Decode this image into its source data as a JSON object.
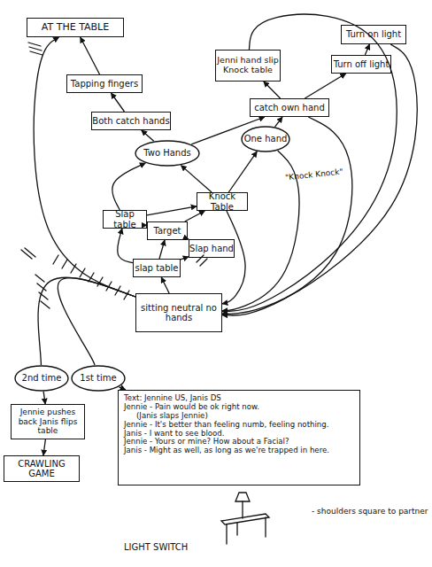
{
  "diagram": {
    "nodes": [
      {
        "text": [
          "AT THE TABLE"
        ]
      },
      {
        "text": [
          "Tapping fingers"
        ]
      },
      {
        "text": [
          "Both catch hands"
        ]
      },
      {
        "text": [
          "Two Hands"
        ]
      },
      {
        "text": [
          "Jenni hand slip Knock table"
        ]
      },
      {
        "text": [
          "Turn on light"
        ]
      },
      {
        "text": [
          "Turn off light"
        ]
      },
      {
        "text": [
          "catch own hand"
        ]
      },
      {
        "text": [
          "One hand"
        ]
      },
      {
        "text": [
          "Knock Table"
        ]
      },
      {
        "text": [
          "Slap table"
        ]
      },
      {
        "text": [
          "Target"
        ]
      },
      {
        "text": [
          "Slap hand"
        ]
      },
      {
        "text": [
          "slap table"
        ]
      },
      {
        "text": [
          "sitting neutral no hands"
        ]
      },
      {
        "text": [
          "2nd time"
        ]
      },
      {
        "text": [
          "1st time"
        ]
      },
      {
        "text": [
          "Text: Jennine US, Janis DS",
          "Jennie - Pain would be ok right now.",
          "(Janis slaps Jennie)",
          "Jennie - It's better than feeling numb, feeling nothing.",
          "Janis - I want to see blood.",
          "Jennie - Yours or mine? How about a Facial?",
          "Janis - Might as well, as long as we're trapped in here."
        ]
      },
      {
        "text": [
          "Jennie pushes back Janis flips table"
        ]
      },
      {
        "text": [
          "CRAWLING GAME"
        ]
      }
    ],
    "edges": [
      {
        "from": 1,
        "to": 0,
        "arrow": "to"
      },
      {
        "from": 2,
        "to": 1,
        "arrow": "to"
      },
      {
        "from": 3,
        "to": 2,
        "arrow": "to"
      },
      {
        "from": 3,
        "to": 7,
        "arrow": "to"
      },
      {
        "from": 8,
        "to": 7,
        "arrow": "to"
      },
      {
        "from": 7,
        "to": 4,
        "arrow": "to"
      },
      {
        "from": 7,
        "to": 6,
        "arrow": "to"
      },
      {
        "from": 6,
        "to": 5,
        "arrow": "to"
      },
      {
        "from": 9,
        "to": 8,
        "arrow": "to"
      },
      {
        "from": 9,
        "to": 3,
        "arrow": "to"
      },
      {
        "from": 10,
        "to": 3,
        "arrow": "to"
      },
      {
        "from": 10,
        "to": 9,
        "arrow": "to"
      },
      {
        "from": 11,
        "to": 9,
        "arrow": "to"
      },
      {
        "from": 11,
        "to": 12,
        "arrow": "to"
      },
      {
        "from": 11,
        "to": 10,
        "arrow": "to"
      },
      {
        "from": 13,
        "to": 11,
        "arrow": "to"
      },
      {
        "from": 13,
        "to": 10,
        "arrow": "to"
      },
      {
        "from": 13,
        "to": 12,
        "arrow": "to"
      },
      {
        "from": 14,
        "to": 13,
        "arrow": "to"
      },
      {
        "from": 5,
        "to": 14,
        "arrow": "to"
      },
      {
        "from": 4,
        "to": 14,
        "arrow": "to"
      },
      {
        "from": 7,
        "to": 14,
        "arrow": "to"
      },
      {
        "from": 8,
        "to": 14,
        "arrow": "to"
      },
      {
        "from": 9,
        "to": 14,
        "arrow": "to"
      },
      {
        "from": 14,
        "to": 0,
        "arrow": "to"
      },
      {
        "from": 14,
        "to": 15,
        "arrow": "none"
      },
      {
        "from": 14,
        "to": 16,
        "arrow": "none"
      },
      {
        "from": 16,
        "to": 17,
        "arrow": "to"
      },
      {
        "from": 15,
        "to": 18,
        "arrow": "to"
      },
      {
        "from": 18,
        "to": 19,
        "arrow": "to"
      }
    ],
    "labels": [
      "\"Knock Knock\"",
      "LIGHT SWITCH",
      "- shoulders square to partner"
    ]
  }
}
